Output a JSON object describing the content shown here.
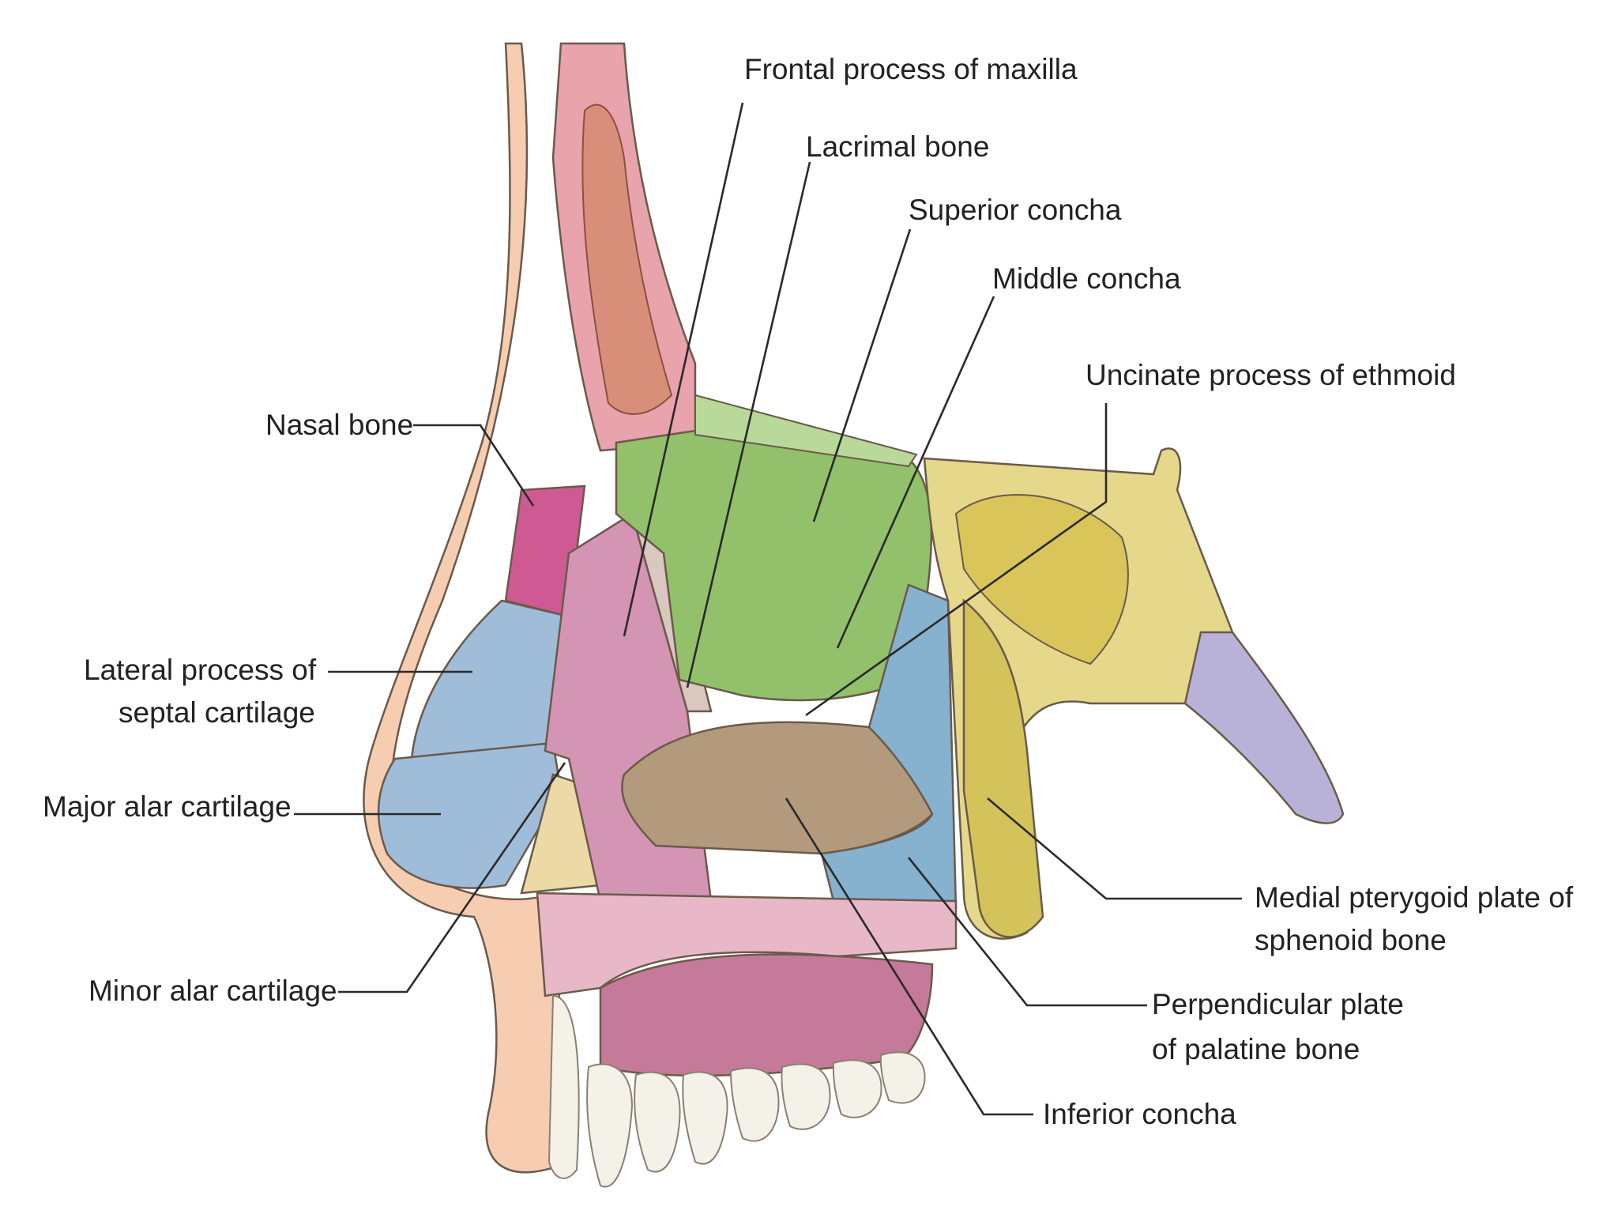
{
  "labels": {
    "frontal_process_of_maxilla": "Frontal process of maxilla",
    "lacrimal_bone": "Lacrimal bone",
    "superior_concha": "Superior concha",
    "middle_concha": "Middle concha",
    "uncinate_process": "Uncinate process of ethmoid",
    "nasal_bone": "Nasal bone",
    "lateral_process_line1": "Lateral process of",
    "lateral_process_line2": "septal cartilage",
    "major_alar": "Major alar cartilage",
    "minor_alar": "Minor alar cartilage",
    "medial_pterygoid_line1": "Medial pterygoid plate of",
    "medial_pterygoid_line2": "sphenoid bone",
    "perpendicular_plate_line1": "Perpendicular plate",
    "perpendicular_plate_line2": "of palatine bone",
    "inferior_concha": "Inferior concha"
  },
  "colors": {
    "skin": "#f7cdb2",
    "bone_pink": "#e8a3ad",
    "nasal_bone": "#cf5a93",
    "maxilla": "#d494b4",
    "lacrimal": "#d9c7c0",
    "ethmoid_green": "#93c06a",
    "cartilage_blue": "#9fbcd9",
    "alar_tan": "#ecd9a5",
    "inferior_concha": "#b39a7c",
    "sphenoid_yellow": "#e6d88a",
    "pterygoid_yellow": "#d4c35a",
    "palatine_blue": "#86b1cf",
    "vomer_purple": "#b8b2d8",
    "gum": "#c57a9a",
    "teeth": "#f3f1e8"
  }
}
